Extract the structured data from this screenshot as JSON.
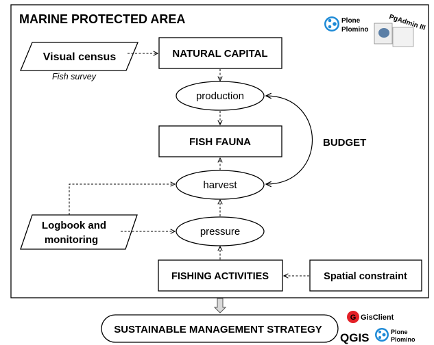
{
  "title": "MARINE PROTECTED AREA",
  "nodes": {
    "visual_census": "Visual census",
    "fish_survey": "Fish survey",
    "natural_capital": "NATURAL CAPITAL",
    "production": "production",
    "fish_fauna": "FISH FAUNA",
    "budget": "BUDGET",
    "harvest": "harvest",
    "logbook_line1": "Logbook and",
    "logbook_line2": "monitoring",
    "pressure": "pressure",
    "fishing_activities": "FISHING ACTIVITIES",
    "spatial_constraint": "Spatial constraint",
    "sustainable_strategy": "SUSTAINABLE MANAGEMENT STRATEGY"
  },
  "logos": {
    "plone_top_line1": "Plone",
    "plone_top_line2": "Plomino",
    "pgadmin": "PgAdmin III",
    "gisclient": "GisClient",
    "qgis": "QGIS",
    "plone_bottom_line1": "Plone",
    "plone_bottom_line2": "Plomino"
  },
  "colors": {
    "plone_blue": "#1e8ad6",
    "gisclient_red": "#e32027",
    "qgis_green": "#7cb342"
  }
}
